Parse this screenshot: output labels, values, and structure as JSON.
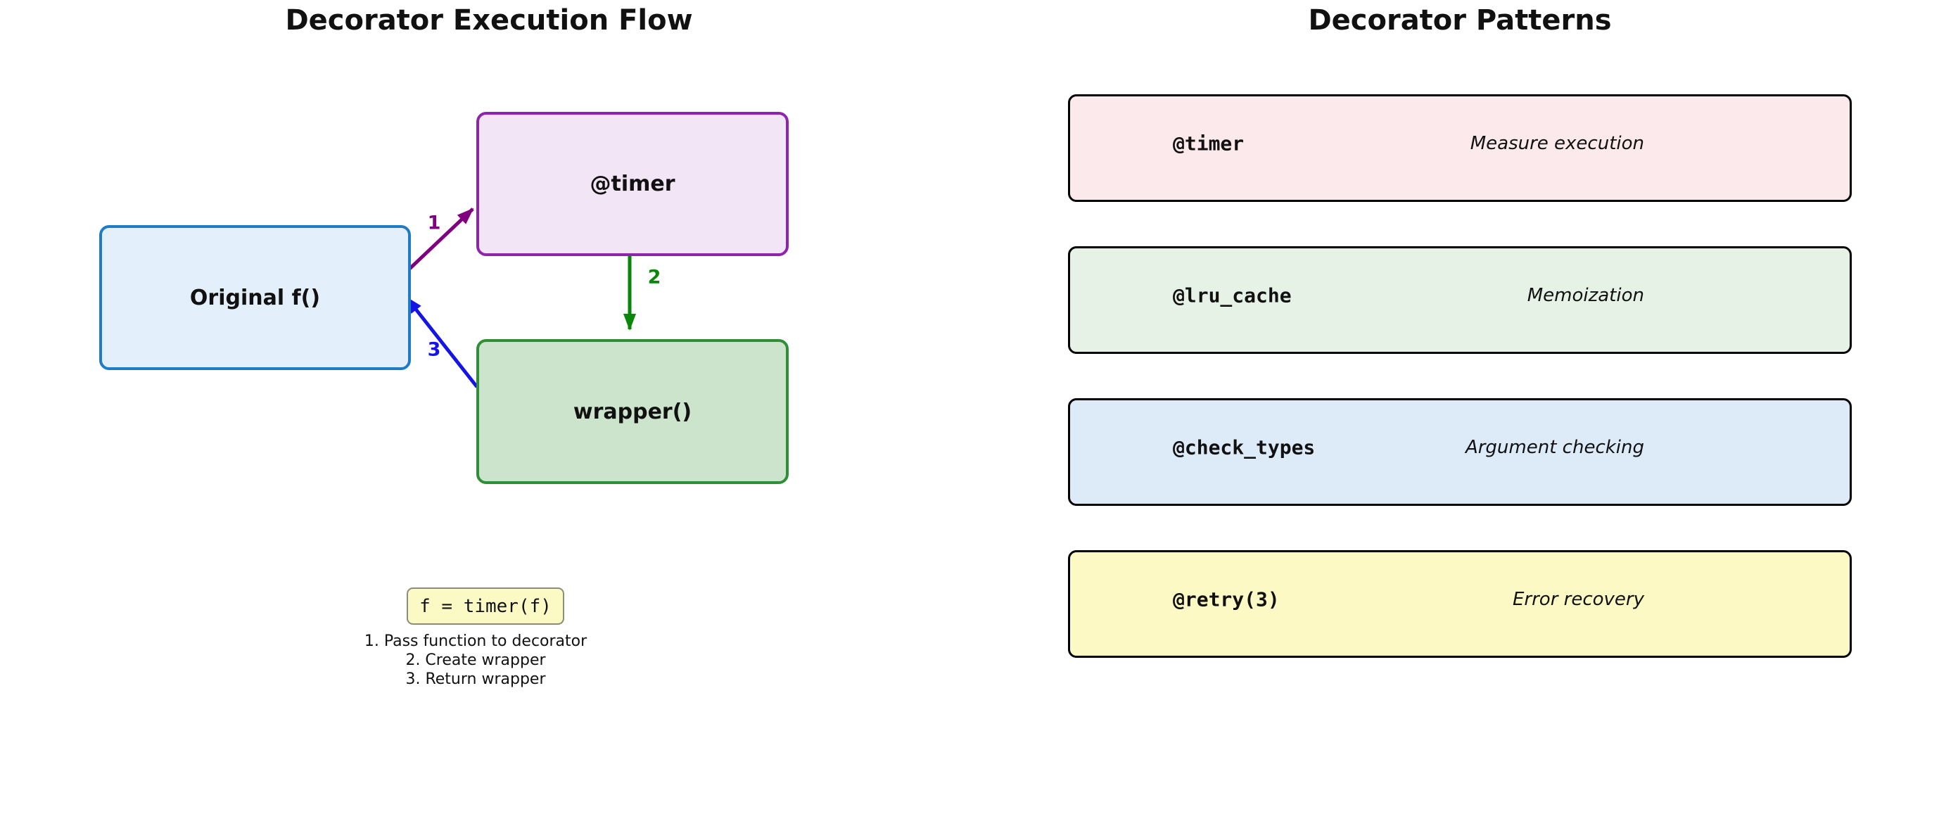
{
  "left": {
    "title": "Decorator Execution Flow",
    "nodes": [
      {
        "label": "Original f()",
        "bg": "#e3effa",
        "border": "#1f7bc4"
      },
      {
        "label": "@timer",
        "bg": "#f2e5f6",
        "border": "#8e24ad"
      },
      {
        "label": "wrapper()",
        "bg": "#cbe4cb",
        "border": "#2f8f35"
      }
    ],
    "arrows": [
      {
        "n": "1",
        "color": "#800080"
      },
      {
        "n": "2",
        "color": "#0a860a"
      },
      {
        "n": "3",
        "color": "#1414e6"
      }
    ],
    "code": {
      "text": "f = timer(f)",
      "bg": "#fbfac5",
      "border": "#8c8c78"
    },
    "steps": [
      "1. Pass function to decorator",
      "2. Create wrapper",
      "3. Return wrapper"
    ]
  },
  "right": {
    "title": "Decorator Patterns",
    "card_border": "#000000",
    "cards": [
      {
        "label": "@timer",
        "desc": "Measure execution",
        "bg": "#fbe9eb"
      },
      {
        "label": "@lru_cache",
        "desc": "Memoization",
        "bg": "#e7f2e6"
      },
      {
        "label": "@check_types",
        "desc": "Argument checking",
        "bg": "#ddeaf8"
      },
      {
        "label": "@retry(3)",
        "desc": "Error recovery",
        "bg": "#fcf9c4"
      }
    ]
  }
}
